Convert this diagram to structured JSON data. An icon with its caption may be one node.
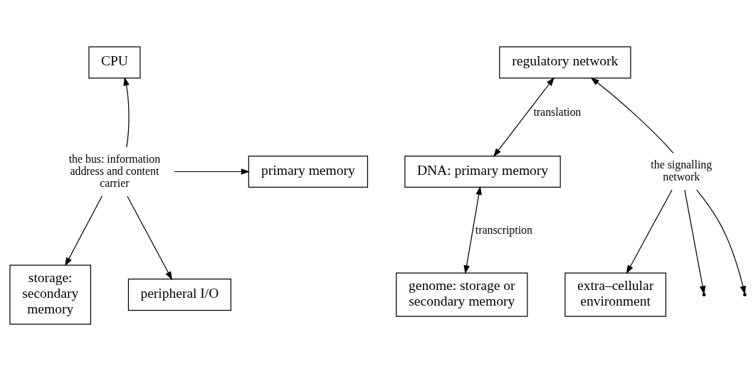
{
  "diagram": {
    "nodes": [
      {
        "text": [
          "CPU"
        ]
      },
      {
        "text": [
          "primary memory"
        ]
      },
      {
        "text": [
          "storage: secondary memory"
        ]
      },
      {
        "text": [
          "peripheral I/O"
        ]
      },
      {
        "text": [
          "the bus: information address and content carrier"
        ]
      },
      {
        "text": [
          "regulatory network"
        ]
      },
      {
        "text": [
          "DNA: primary memory"
        ]
      },
      {
        "text": [
          "genome: storage or secondary memory"
        ]
      },
      {
        "text": [
          "extra–cellular environment"
        ]
      },
      {
        "text": [
          "the signalling network"
        ]
      }
    ],
    "edges": [
      {
        "from": 4,
        "to": 0,
        "arrow": "to"
      },
      {
        "from": 4,
        "to": 1,
        "arrow": "to"
      },
      {
        "from": 4,
        "to": 2,
        "arrow": "to"
      },
      {
        "from": 4,
        "to": 3,
        "arrow": "to"
      },
      {
        "from": 5,
        "to": 6,
        "arrow": "both",
        "label": "translation"
      },
      {
        "from": 6,
        "to": 7,
        "arrow": "both",
        "label": "transcription"
      },
      {
        "from": 9,
        "to": 5,
        "arrow": "to"
      },
      {
        "from": 9,
        "to": 8,
        "arrow": "to"
      },
      {
        "from": 9,
        "to": null,
        "arrow": "to"
      },
      {
        "from": 9,
        "to": null,
        "arrow": "to"
      }
    ]
  }
}
